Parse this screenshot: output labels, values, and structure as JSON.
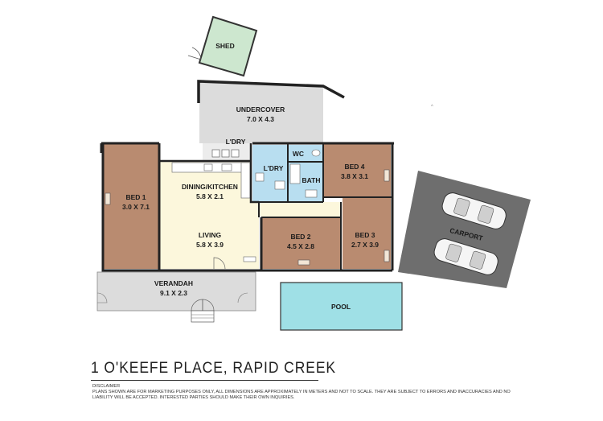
{
  "rooms": {
    "shed": {
      "name": "SHED"
    },
    "undercover": {
      "name": "UNDERCOVER",
      "dims": "7.0 X 4.3"
    },
    "laundry_outdoor": {
      "name": "L'DRY"
    },
    "laundry": {
      "name": "L'DRY"
    },
    "wc": {
      "name": "WC"
    },
    "bath": {
      "name": "BATH"
    },
    "bed1": {
      "name": "BED 1",
      "dims": "3.0 X 7.1"
    },
    "dining_kitchen": {
      "name": "DINING/KITCHEN",
      "dims": "5.8 X 2.1"
    },
    "living": {
      "name": "LIVING",
      "dims": "5.8 X 3.9"
    },
    "bed2": {
      "name": "BED 2",
      "dims": "4.5 X 2.8"
    },
    "bed3": {
      "name": "BED 3",
      "dims": "2.7 X 3.9"
    },
    "bed4": {
      "name": "BED 4",
      "dims": "3.8 X 3.1"
    },
    "verandah": {
      "name": "VERANDAH",
      "dims": "9.1 X 2.3"
    },
    "carport": {
      "name": "CARPORT"
    },
    "pool": {
      "name": "POOL"
    }
  },
  "colors": {
    "bedroom": "#b98b70",
    "living": "#fcf7dc",
    "wet": "#b8def0",
    "outdoor": "#dcdcdc",
    "carport": "#6e6e6e",
    "shed": "#cde7cf",
    "pool": "#9fe0e6",
    "wall": "#222222"
  },
  "title": "1 O'KEEFE PLACE, RAPID CREEK",
  "disclaimer": {
    "heading": "DISCLAIMER",
    "text": "PLANS SHOWN ARE FOR MARKETING PURPOSES ONLY, ALL DIMENSIONS ARE APPROXIMATELY IN METERS AND NOT TO SCALE. THEY ARE SUBJECT TO ERRORS AND INACCURACIES AND NO LIABILITY WILL BE ACCEPTED. INTERESTED PARTIES SHOULD MAKE THEIR OWN INQUIRIES."
  }
}
